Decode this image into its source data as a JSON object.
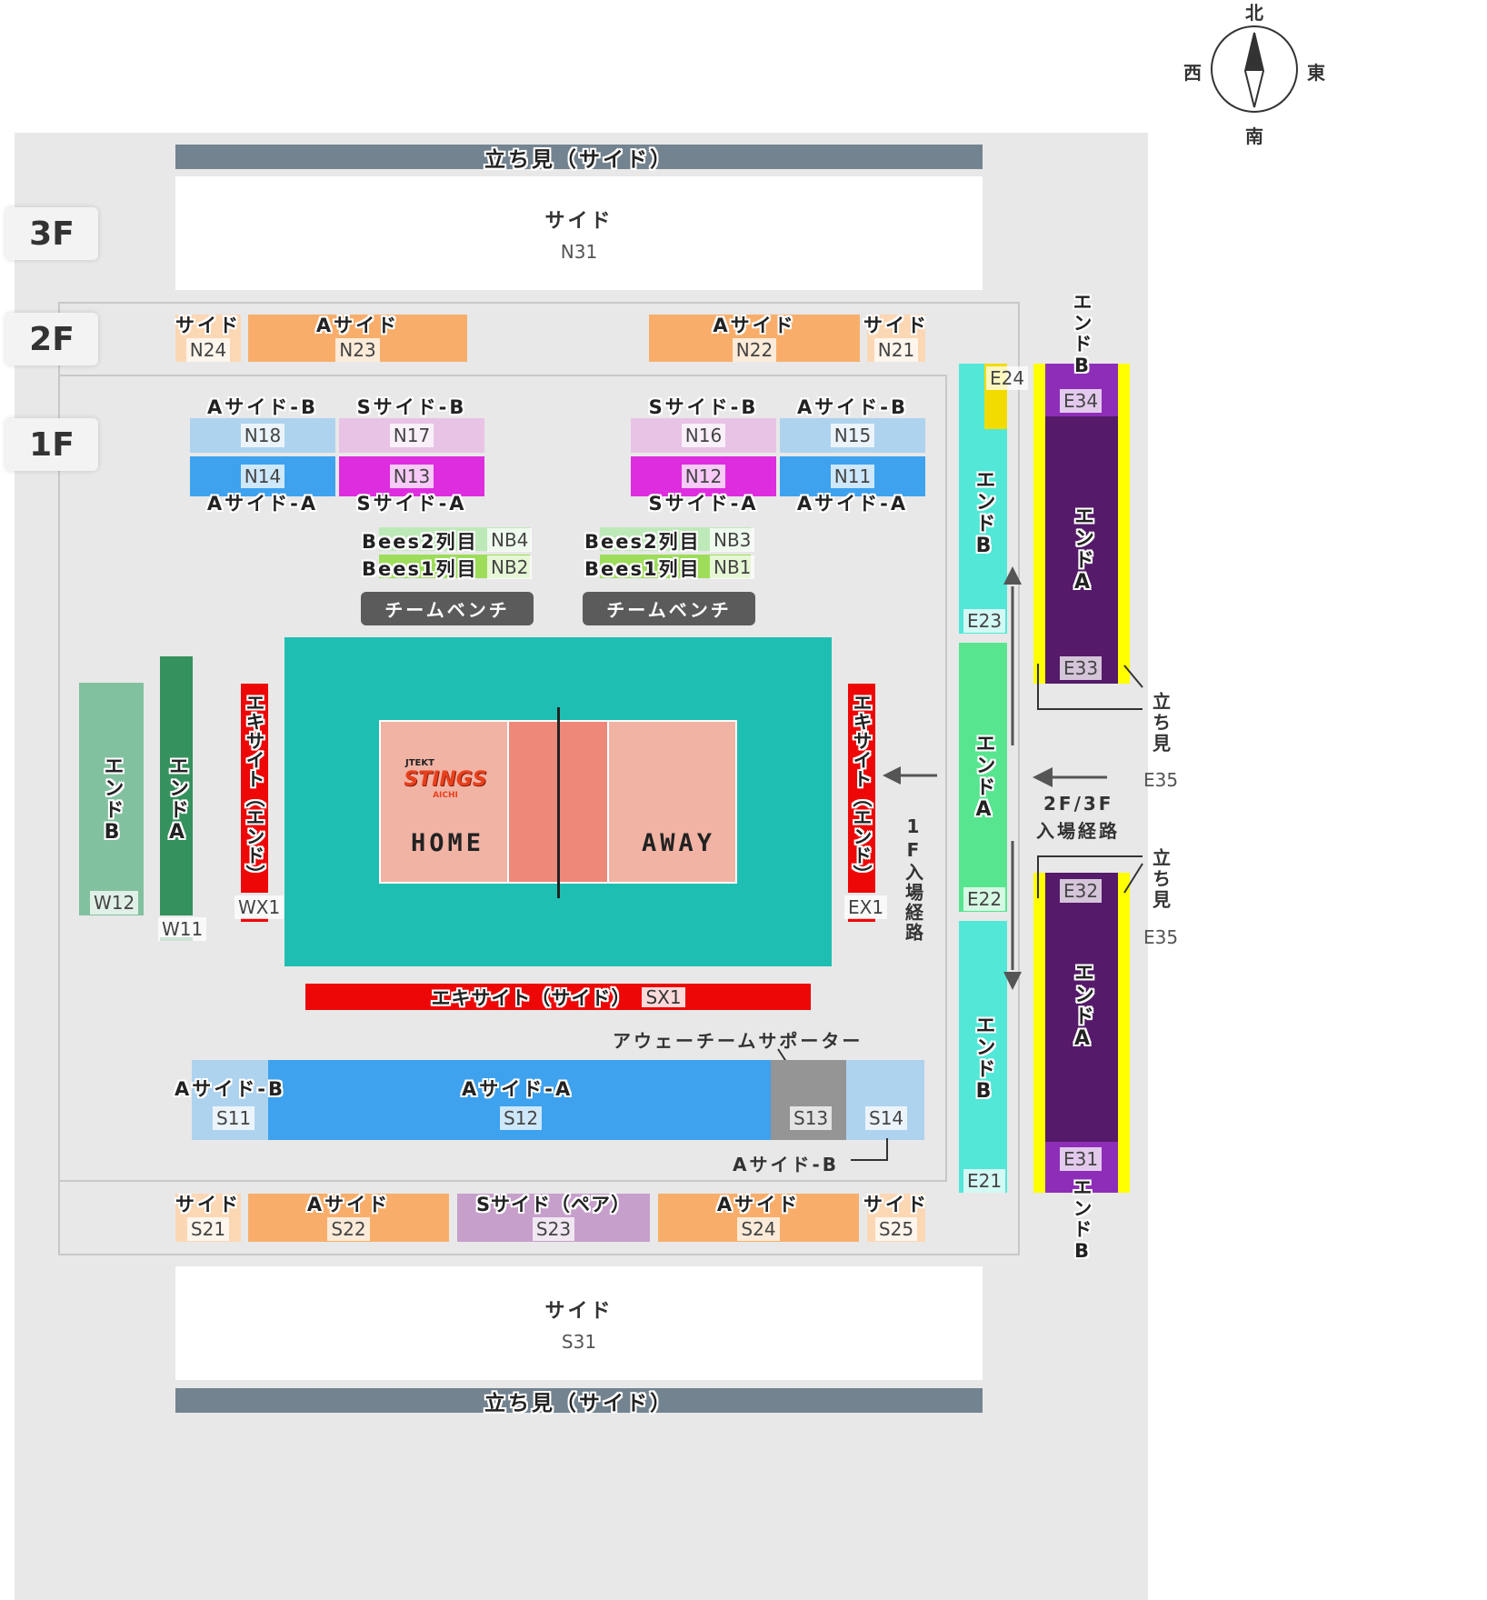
{
  "compass": {
    "north": "北",
    "south": "南",
    "east": "東",
    "west": "西"
  },
  "floors": {
    "f3": "3F",
    "f2": "2F",
    "f1": "1F"
  },
  "top": {
    "standing": {
      "label": "立ち見（サイド）"
    },
    "n31": {
      "label": "サイド",
      "code": "N31"
    }
  },
  "north2f": {
    "n24": {
      "label": "サイド",
      "code": "N24"
    },
    "n23": {
      "label": "Aサイド",
      "code": "N23"
    },
    "n22": {
      "label": "Aサイド",
      "code": "N22"
    },
    "n21": {
      "label": "サイド",
      "code": "N21"
    }
  },
  "north1f": {
    "n18": {
      "label": "Aサイド-B",
      "code": "N18"
    },
    "n17": {
      "label": "Sサイド-B",
      "code": "N17"
    },
    "n16": {
      "label": "Sサイド-B",
      "code": "N16"
    },
    "n15": {
      "label": "Aサイド-B",
      "code": "N15"
    },
    "n14": {
      "label": "Aサイド-A",
      "code": "N14"
    },
    "n13": {
      "label": "Sサイド-A",
      "code": "N13"
    },
    "n12": {
      "label": "Sサイド-A",
      "code": "N12"
    },
    "n11": {
      "label": "Aサイド-A",
      "code": "N11"
    }
  },
  "bees": {
    "nb4": {
      "label": "Bees2列目",
      "code": "NB4"
    },
    "nb2": {
      "label": "Bees1列目",
      "code": "NB2"
    },
    "nb3": {
      "label": "Bees2列目",
      "code": "NB3"
    },
    "nb1": {
      "label": "Bees1列目",
      "code": "NB1"
    }
  },
  "bench": {
    "left": "チームベンチ",
    "right": "チームベンチ"
  },
  "court": {
    "home": "HOME",
    "away": "AWAY",
    "logo_top": "JTEKT",
    "logo_main": "STINGS",
    "logo_sub": "AICHI"
  },
  "west": {
    "w12": {
      "label": "エンドB",
      "code": "W12"
    },
    "w11": {
      "label": "エンドA",
      "code": "W11"
    },
    "wx1": {
      "label": "エキサイト（エンド）",
      "code": "WX1"
    }
  },
  "ex1": {
    "label": "エキサイト（エンド）",
    "code": "EX1"
  },
  "sx1": {
    "label": "エキサイト（サイド）",
    "code": "SX1"
  },
  "south1f": {
    "away_supporter": "アウェーチームサポーター",
    "s11": {
      "label": "Aサイド-B",
      "code": "S11"
    },
    "s12": {
      "label": "Aサイド-A",
      "code": "S12"
    },
    "s13": {
      "code": "S13"
    },
    "s14": {
      "code": "S14"
    },
    "s14_label": "Aサイド-B"
  },
  "south2f": {
    "s21": {
      "label": "サイド",
      "code": "S21"
    },
    "s22": {
      "label": "Aサイド",
      "code": "S22"
    },
    "s23": {
      "label": "Sサイド（ペア）",
      "code": "S23"
    },
    "s24": {
      "label": "Aサイド",
      "code": "S24"
    },
    "s25": {
      "label": "サイド",
      "code": "S25"
    }
  },
  "bottom": {
    "s31": {
      "label": "サイド",
      "code": "S31"
    },
    "standing": {
      "label": "立ち見（サイド）"
    }
  },
  "east": {
    "route_1f": "1F入場経路",
    "route_2f3f_line1": "2F/3F",
    "route_2f3f_line2": "入場経路",
    "e24": "E24",
    "e23": {
      "label": "エンドB",
      "code": "E23"
    },
    "e22": {
      "label": "エンドA",
      "code": "E22"
    },
    "e21": {
      "label": "エンドB",
      "code": "E21"
    },
    "e34_label": "エンドB",
    "e34": "E34",
    "e33": {
      "label": "エンドA",
      "code": "E33"
    },
    "standing_top": "立ち見",
    "e35_top": "E35",
    "standing_bottom": "立ち見",
    "e35_bottom": "E35",
    "e32": {
      "label": "エンドA",
      "code": "E32"
    },
    "e31": "E31",
    "e31_label": "エンドB"
  }
}
